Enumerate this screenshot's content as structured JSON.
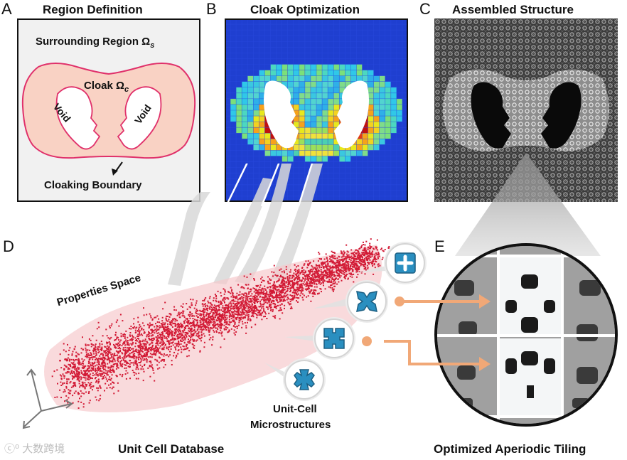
{
  "panels": {
    "a": {
      "letter": "A",
      "title": "Region Definition",
      "surrounding": "Surrounding Region Ω",
      "surrounding_sub": "s",
      "cloak": "Cloak Ω",
      "cloak_sub": "c",
      "void": "Void",
      "boundary": "Cloaking Boundary"
    },
    "b": {
      "letter": "B",
      "title": "Cloak Optimization"
    },
    "c": {
      "letter": "C",
      "title": "Assembled Structure"
    },
    "d": {
      "letter": "D",
      "properties": "Properties Space",
      "unit_cell_line1": "Unit-Cell",
      "unit_cell_line2": "Microstructures",
      "footer": "Unit Cell Database"
    },
    "e": {
      "letter": "E",
      "footer": "Optimized Aperiodic Tiling"
    }
  },
  "watermark": "大数跨境",
  "colors": {
    "cloak_fill": "#f9d2c4",
    "cloak_stroke": "#e0306a",
    "heat_blue": "#1f3fd0",
    "cloud_red": "#d21a35",
    "unit_cell_blue": "#2a8fc0",
    "arrow_orange": "#f1a877"
  },
  "icons": [
    "plus-cell-icon",
    "x-cell-icon",
    "clover-cell-icon",
    "cross-cell-icon"
  ]
}
